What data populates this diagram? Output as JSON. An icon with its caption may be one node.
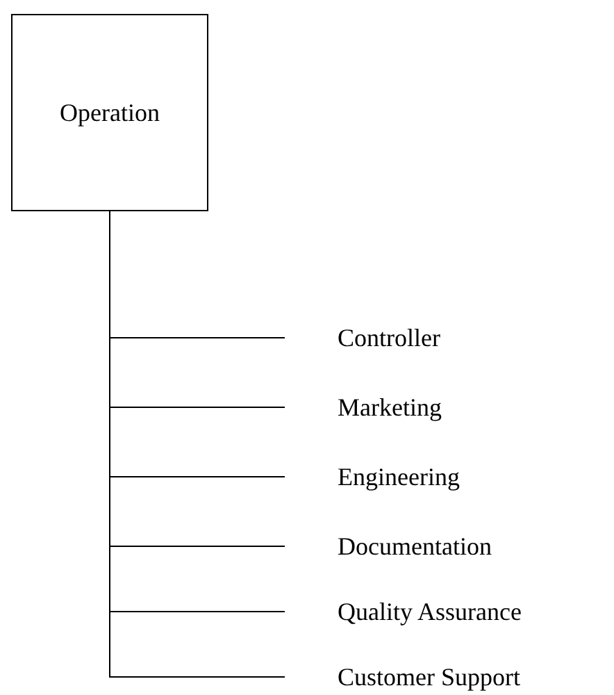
{
  "diagram": {
    "nodes": [
      {
        "text": [
          "Operation"
        ]
      },
      {
        "text": [
          "Controller"
        ]
      },
      {
        "text": [
          "Marketing"
        ]
      },
      {
        "text": [
          "Engineering"
        ]
      },
      {
        "text": [
          "Documentation"
        ]
      },
      {
        "text": [
          "Quality Assurance"
        ]
      },
      {
        "text": [
          "Customer Support"
        ]
      }
    ],
    "edges": [
      {
        "from": 0,
        "to": 1,
        "arrow": "none"
      },
      {
        "from": 0,
        "to": 2,
        "arrow": "none"
      },
      {
        "from": 0,
        "to": 3,
        "arrow": "none"
      },
      {
        "from": 0,
        "to": 4,
        "arrow": "none"
      },
      {
        "from": 0,
        "to": 5,
        "arrow": "none"
      },
      {
        "from": 0,
        "to": 6,
        "arrow": "none"
      }
    ]
  }
}
